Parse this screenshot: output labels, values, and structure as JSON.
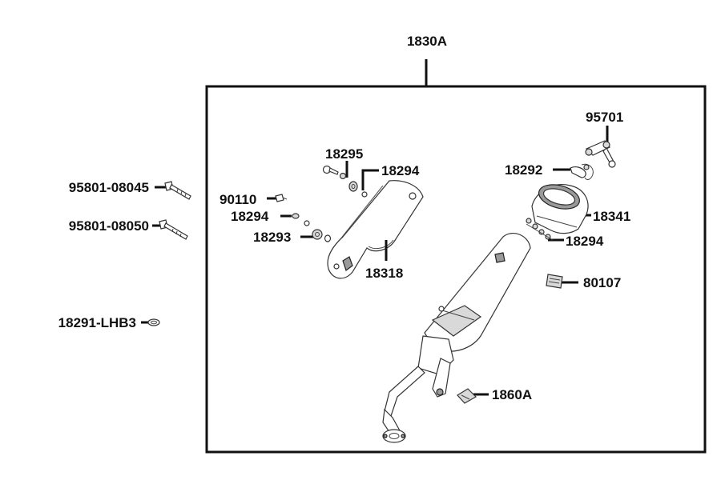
{
  "diagram": {
    "assembly_label": "1830A",
    "labels": {
      "p95701": "95701",
      "p18295": "18295",
      "p18294_top": "18294",
      "p18292": "18292",
      "p95801_08045": "95801-08045",
      "p90110": "90110",
      "p18341": "18341",
      "p18294_left": "18294",
      "p95801_08050": "95801-08050",
      "p18293": "18293",
      "p18294_right": "18294",
      "p18318": "18318",
      "p80107": "80107",
      "p18291_lhb3": "18291-LHB3",
      "p1860a": "1860A"
    }
  },
  "colors": {
    "line": "#111111",
    "part_fill": "#ffffff",
    "part_shade": "#d9d9d9",
    "part_dark": "#9a9a9a"
  }
}
